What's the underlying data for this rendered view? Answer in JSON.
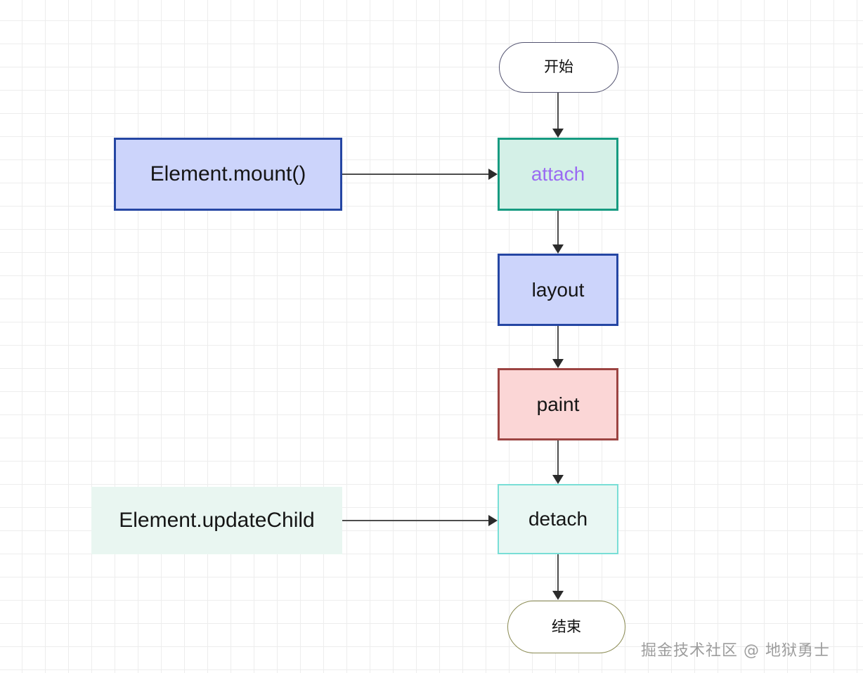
{
  "diagram": {
    "type": "flowchart",
    "direction": "top-to-bottom",
    "nodes": {
      "start": {
        "label": "开始",
        "shape": "stadium",
        "fill": "#ffffff",
        "stroke": "#535370"
      },
      "attach": {
        "label": "attach",
        "shape": "rect",
        "fill": "#d4f0e7",
        "stroke": "#179b81",
        "text_color": "#9a6bf2"
      },
      "layout": {
        "label": "layout",
        "shape": "rect",
        "fill": "#ccd4fb",
        "stroke": "#2546a3",
        "text_color": "#151515"
      },
      "paint": {
        "label": "paint",
        "shape": "rect",
        "fill": "#fbd6d6",
        "stroke": "#9c4442",
        "text_color": "#151515"
      },
      "detach": {
        "label": "detach",
        "shape": "rect",
        "fill": "#e9f7f3",
        "stroke": "#79ded6",
        "text_color": "#151515"
      },
      "end": {
        "label": "结束",
        "shape": "stadium",
        "fill": "#ffffff",
        "stroke": "#8a8a52"
      },
      "mount": {
        "label": "Element.mount()",
        "shape": "rect",
        "fill": "#ccd4fb",
        "stroke": "#2546a3",
        "text_color": "#151515"
      },
      "update_child": {
        "label": "Element.updateChild",
        "shape": "rect",
        "fill": "#e9f6f1",
        "stroke": "none",
        "text_color": "#151515"
      }
    },
    "edges": [
      {
        "from": "start",
        "to": "attach",
        "orientation": "vertical"
      },
      {
        "from": "attach",
        "to": "layout",
        "orientation": "vertical"
      },
      {
        "from": "layout",
        "to": "paint",
        "orientation": "vertical"
      },
      {
        "from": "paint",
        "to": "detach",
        "orientation": "vertical"
      },
      {
        "from": "detach",
        "to": "end",
        "orientation": "vertical"
      },
      {
        "from": "mount",
        "to": "attach",
        "orientation": "horizontal"
      },
      {
        "from": "update_child",
        "to": "detach",
        "orientation": "horizontal"
      }
    ],
    "watermark": "掘金技术社区 @ 地狱勇士"
  }
}
